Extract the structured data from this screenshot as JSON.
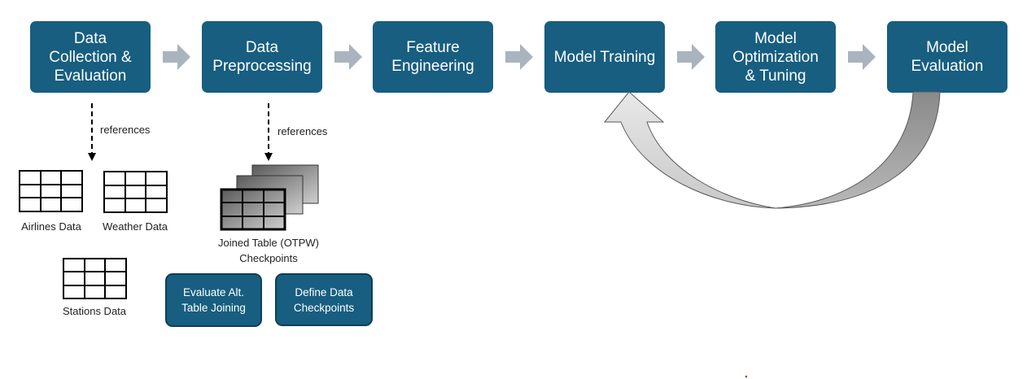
{
  "pipeline": {
    "steps": [
      {
        "label": "Data\nCollection &\nEvaluation"
      },
      {
        "label": "Data\nPreprocessing"
      },
      {
        "label": "Feature\nEngineering"
      },
      {
        "label": "Model Training"
      },
      {
        "label": "Model\nOptimization\n& Tuning"
      },
      {
        "label": "Model\nEvaluation"
      }
    ]
  },
  "references": {
    "collection_label": "references",
    "preprocessing_label": "references"
  },
  "datasets": {
    "airlines": "Airlines Data",
    "weather": "Weather Data",
    "stations": "Stations Data",
    "joined": "Joined Table (OTPW)\nCheckpoints"
  },
  "subtasks": {
    "evaluate_joining": "Evaluate Alt.\nTable Joining",
    "define_checkpoints": "Define Data\nCheckpoints"
  },
  "colors": {
    "step_fill": "#175e80",
    "chevron": "#a9b4bf",
    "loop_arrow_light": "#d9d9d9",
    "loop_arrow_dark": "#9a9a9a"
  }
}
